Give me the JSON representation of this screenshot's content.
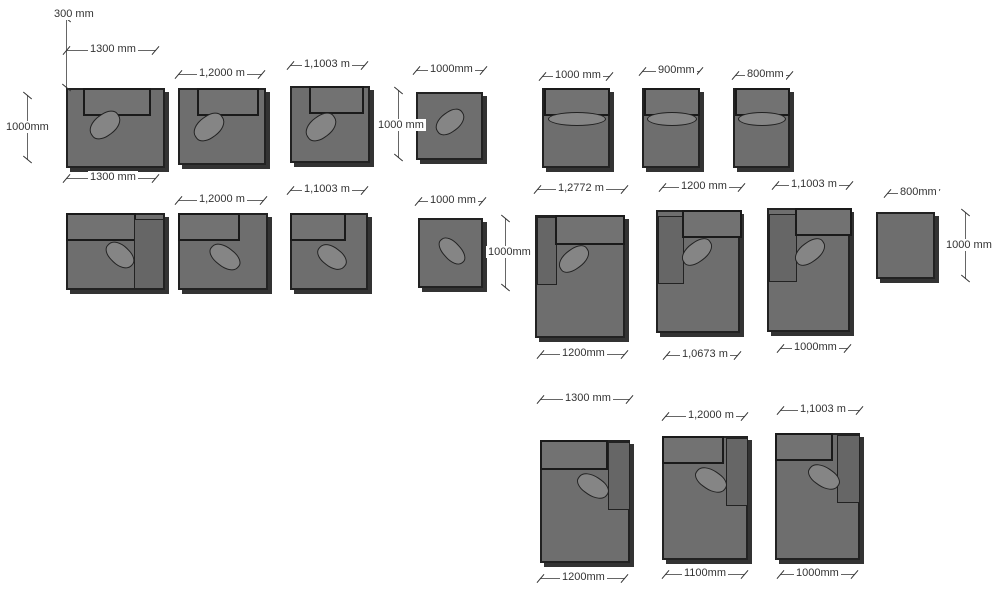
{
  "row1": {
    "m1_offset": "300 mm",
    "m1_width": "1300 mm",
    "m1_depth": "1000mm",
    "m2_width": "1,2000 m",
    "m3_width": "1,1003 m",
    "m4_width": "1000mm",
    "m4_depth": "1000 mm",
    "m5_width": "1000  mm",
    "m6_width": "900mm",
    "m7_width": "800mm"
  },
  "row2": {
    "m1_width": "1300 mm",
    "m2_width": "1,2000 m",
    "m3_width": "1,1003 m",
    "m4_width": "1000 mm",
    "m4_depth": "1000mm",
    "m5_width": "1,2772 m",
    "m5_bottom": "1200mm",
    "m6_width": "1200 mm",
    "m6_bottom": "1,0673 m",
    "m7_width": "1,1003 m",
    "m7_bottom": "1000mm",
    "m8_width": "800mm",
    "m8_depth": "1000 mm"
  },
  "row3": {
    "m1_width": "1300 mm",
    "m1_bottom": "1200mm",
    "m2_width": "1,2000 m",
    "m2_bottom": "1100mm",
    "m3_width": "1,1003 m",
    "m3_bottom": "1000mm"
  }
}
